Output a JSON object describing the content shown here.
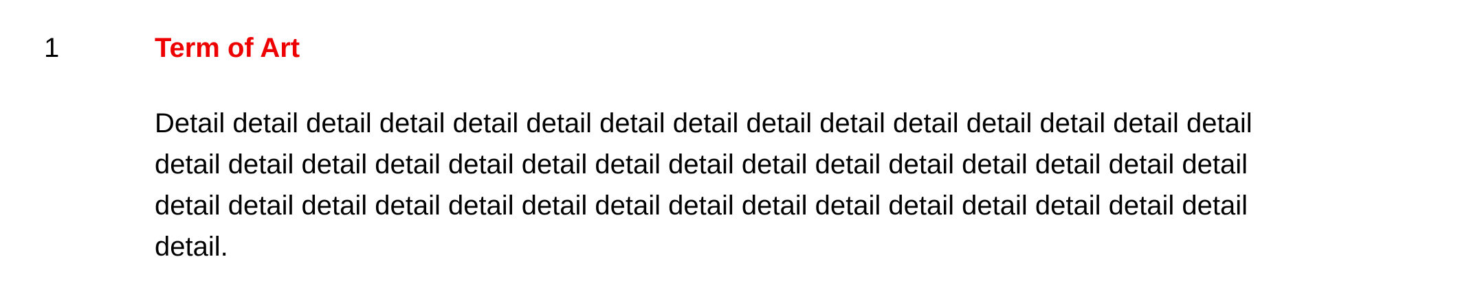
{
  "section": {
    "number": "1",
    "heading": "Term of Art",
    "heading_color": "#ee0000",
    "body_lines": [
      "Detail detail detail detail detail detail detail detail detail detail detail detail detail detail detail",
      "detail detail detail detail detail detail detail detail detail detail detail detail detail detail detail",
      "detail detail detail detail detail detail detail detail detail detail detail detail detail detail detail",
      "detail."
    ]
  }
}
